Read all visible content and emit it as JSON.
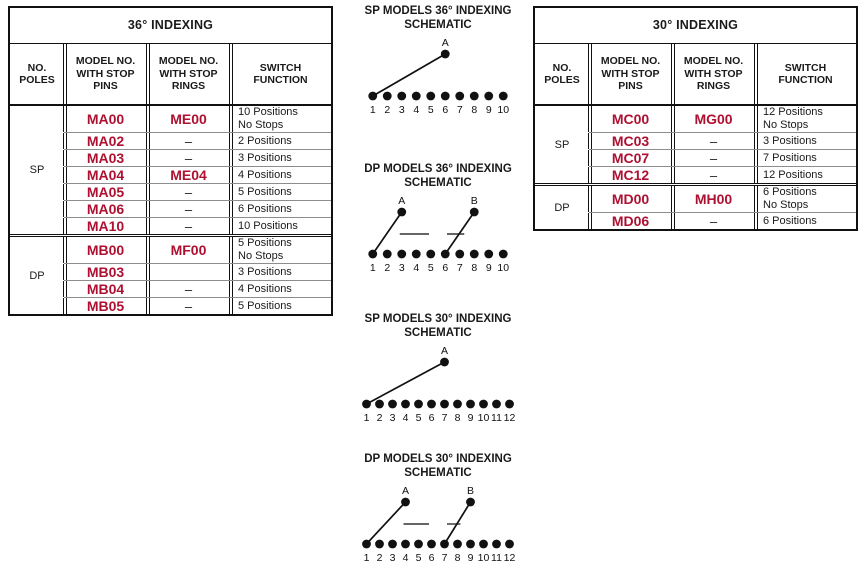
{
  "tables": [
    {
      "id": "table-36",
      "title": "36° INDEXING",
      "headers": [
        "NO.\nPOLES",
        "MODEL NO.\nWITH STOP\nPINS",
        "MODEL NO.\nWITH STOP\nRINGS",
        "SWITCH\nFUNCTION"
      ],
      "sections": [
        {
          "poles": "SP",
          "rows": [
            {
              "pins": "MA00",
              "rings": "ME00",
              "function": "10 Positions\nNo Stops"
            },
            {
              "pins": "MA02",
              "rings": "–",
              "function": "2 Positions"
            },
            {
              "pins": "MA03",
              "rings": "–",
              "function": "3 Positions"
            },
            {
              "pins": "MA04",
              "rings": "ME04",
              "function": "4 Positions"
            },
            {
              "pins": "MA05",
              "rings": "–",
              "function": "5 Positions"
            },
            {
              "pins": "MA06",
              "rings": "–",
              "function": "6 Positions"
            },
            {
              "pins": "MA10",
              "rings": "–",
              "function": "10 Positions"
            }
          ]
        },
        {
          "poles": "DP",
          "rows": [
            {
              "pins": "MB00",
              "rings": "MF00",
              "function": "5 Positions\nNo Stops"
            },
            {
              "pins": "MB03",
              "rings": "",
              "function": "3 Positions"
            },
            {
              "pins": "MB04",
              "rings": "–",
              "function": "4 Positions"
            },
            {
              "pins": "MB05",
              "rings": "–",
              "function": "5 Positions"
            }
          ]
        }
      ]
    },
    {
      "id": "table-30",
      "title": "30° INDEXING",
      "headers": [
        "NO.\nPOLES",
        "MODEL NO.\nWITH STOP\nPINS",
        "MODEL NO.\nWITH STOP\nRINGS",
        "SWITCH\nFUNCTION"
      ],
      "sections": [
        {
          "poles": "SP",
          "rows": [
            {
              "pins": "MC00",
              "rings": "MG00",
              "function": "12 Positions\nNo Stops"
            },
            {
              "pins": "MC03",
              "rings": "–",
              "function": "3 Positions"
            },
            {
              "pins": "MC07",
              "rings": "–",
              "function": "7 Positions"
            },
            {
              "pins": "MC12",
              "rings": "–",
              "function": "12 Positions"
            }
          ]
        },
        {
          "poles": "DP",
          "rows": [
            {
              "pins": "MD00",
              "rings": "MH00",
              "function": "6 Positions\nNo Stops"
            },
            {
              "pins": "MD06",
              "rings": "–",
              "function": "6 Positions"
            }
          ]
        }
      ]
    }
  ],
  "schematics": [
    {
      "id": "sch-sp36",
      "title": "SP MODELS 36°  INDEXING\nSCHEMATIC",
      "terminals": [
        "1",
        "2",
        "3",
        "4",
        "5",
        "6",
        "7",
        "8",
        "9",
        "10"
      ],
      "poles": [
        {
          "label": "A",
          "over_terminal": 6,
          "wiper_to_terminal": 1
        }
      ],
      "ganged": false
    },
    {
      "id": "sch-dp36",
      "title": "DP MODELS 36°  INDEXING\nSCHEMATIC",
      "terminals": [
        "1",
        "2",
        "3",
        "4",
        "5",
        "6",
        "7",
        "8",
        "9",
        "10"
      ],
      "poles": [
        {
          "label": "A",
          "over_terminal": 3,
          "wiper_to_terminal": 1
        },
        {
          "label": "B",
          "over_terminal": 8,
          "wiper_to_terminal": 6
        }
      ],
      "ganged": true
    },
    {
      "id": "sch-sp30",
      "title": "SP MODELS 30°  INDEXING\nSCHEMATIC",
      "terminals": [
        "1",
        "2",
        "3",
        "4",
        "5",
        "6",
        "7",
        "8",
        "9",
        "10",
        "11",
        "12"
      ],
      "poles": [
        {
          "label": "A",
          "over_terminal": 7,
          "wiper_to_terminal": 1
        }
      ],
      "ganged": false
    },
    {
      "id": "sch-dp30",
      "title": "DP MODELS 30°  INDEXING\nSCHEMATIC",
      "terminals": [
        "1",
        "2",
        "3",
        "4",
        "5",
        "6",
        "7",
        "8",
        "9",
        "10",
        "11",
        "12"
      ],
      "poles": [
        {
          "label": "A",
          "over_terminal": 4,
          "wiper_to_terminal": 1
        },
        {
          "label": "B",
          "over_terminal": 9,
          "wiper_to_terminal": 7
        }
      ],
      "ganged": true
    }
  ],
  "colors": {
    "model_red": "#AE1031",
    "rule": "#111111",
    "row_rule": "#8d8d8d"
  }
}
